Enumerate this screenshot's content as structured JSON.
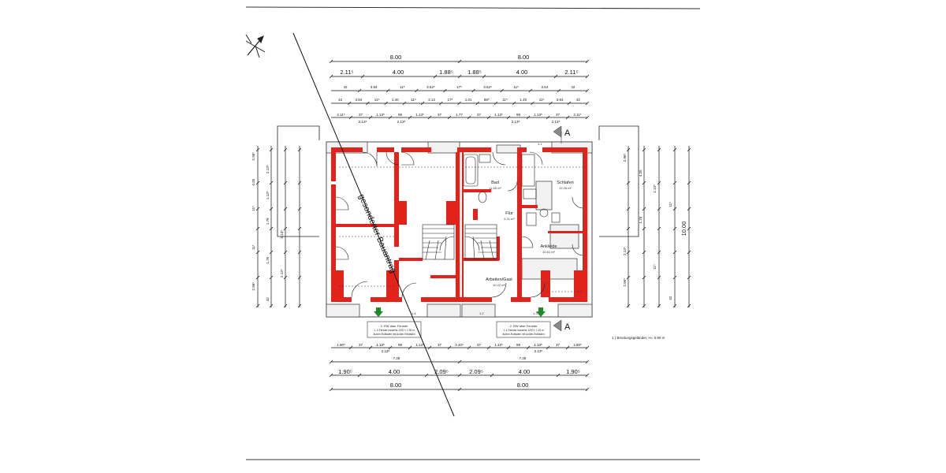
{
  "plan": {
    "top_dims": {
      "row1": [
        "8.00",
        "8.00"
      ],
      "row2": [
        "2.11⁵",
        "4.00",
        "1.88⁵",
        "1.88⁵",
        "4.00",
        "2.11⁵"
      ],
      "row3": [
        "42",
        "3.84",
        "11⁵",
        "3.62⁵",
        "17⁵",
        "3.62⁵",
        "11⁵",
        "3.64",
        "42"
      ],
      "row4": [
        "42",
        "3.84",
        "11⁵",
        "1.40",
        "11⁵",
        "2.12",
        "17⁵",
        "1.01",
        "88⁵",
        "11⁵",
        "1.40",
        "11⁵",
        "3.84",
        "42"
      ],
      "row5": [
        "2.11⁵",
        "37",
        "1.13⁵",
        "99",
        "1.13⁵",
        "37",
        "1.77",
        "37",
        "1.13⁵",
        "99",
        "1.13⁵",
        "37",
        "2.11⁵"
      ],
      "row5b": [
        "2.13⁵",
        "2.13⁵",
        "2.13⁵",
        "2.13⁵"
      ]
    },
    "bottom_dims": {
      "row1": [
        "1.90⁵",
        "37",
        "1.13⁵",
        "99",
        "1.13⁵",
        "37",
        "4.40⁵",
        "37",
        "1.13⁵",
        "99",
        "1.13⁵",
        "37",
        "1.90⁵"
      ],
      "row1b": [
        "2.13⁵",
        "2.13⁵"
      ],
      "row2": [
        "7.28",
        "7.28"
      ],
      "row3": [
        "1.90⁵",
        "4.00",
        "2.09⁵",
        "2.09⁵",
        "4.00",
        "1.90⁵"
      ],
      "row4": [
        "8.00",
        "8.00"
      ]
    },
    "left_dims": [
      "2.96⁵",
      "2.13⁵",
      "4.25",
      "1.13⁵",
      "11⁵",
      "1.76",
      "2.13⁵",
      "11⁵",
      "1.76",
      "2.13⁵",
      "2.96⁵",
      "42"
    ],
    "right_dims": [
      "2.96⁵",
      "4.25",
      "1.13⁵",
      "11⁵",
      "1.76",
      "10.00",
      "2.13⁵",
      "11⁵",
      "2.96⁵",
      "42"
    ],
    "section_label": "A",
    "rooms": [
      {
        "name": "Bad",
        "area": "11.65 m²"
      },
      {
        "name": "Flur",
        "area": "4.21 m²"
      },
      {
        "name": "Schlafen",
        "area": "12.26 m²"
      },
      {
        "name": "Ankleide",
        "area": "10.61 m²"
      },
      {
        "name": "Arbeiten/Gast",
        "area": "10.22 m²"
      }
    ],
    "diagonal_label": "gesonderter Bauantrag",
    "notes": {
      "window_left": [
        "2. RW über Fenster",
        "1. Z-Fenster bauseits 1200 × 1.35 m",
        "Außen-Rollladen mit Außen-Rollladen"
      ],
      "window_right": [
        "2. RW über Fenster",
        "1. Z-Fenster bauseits 1200 × 1.20 m",
        "Außen-Rollladen mit Außen-Rollladen"
      ],
      "railing": "1.) Brüstungsgeländer, H= 0.90 m"
    },
    "small_labels": [
      "1.1",
      "1.2",
      "1.3",
      "1.4"
    ],
    "colors": {
      "wall": "#e0231b",
      "line": "#111111",
      "arrow": "#1f8a2a"
    },
    "icons": [
      "north-arrow-icon",
      "section-marker-icon",
      "window-arrow-icon"
    ]
  }
}
